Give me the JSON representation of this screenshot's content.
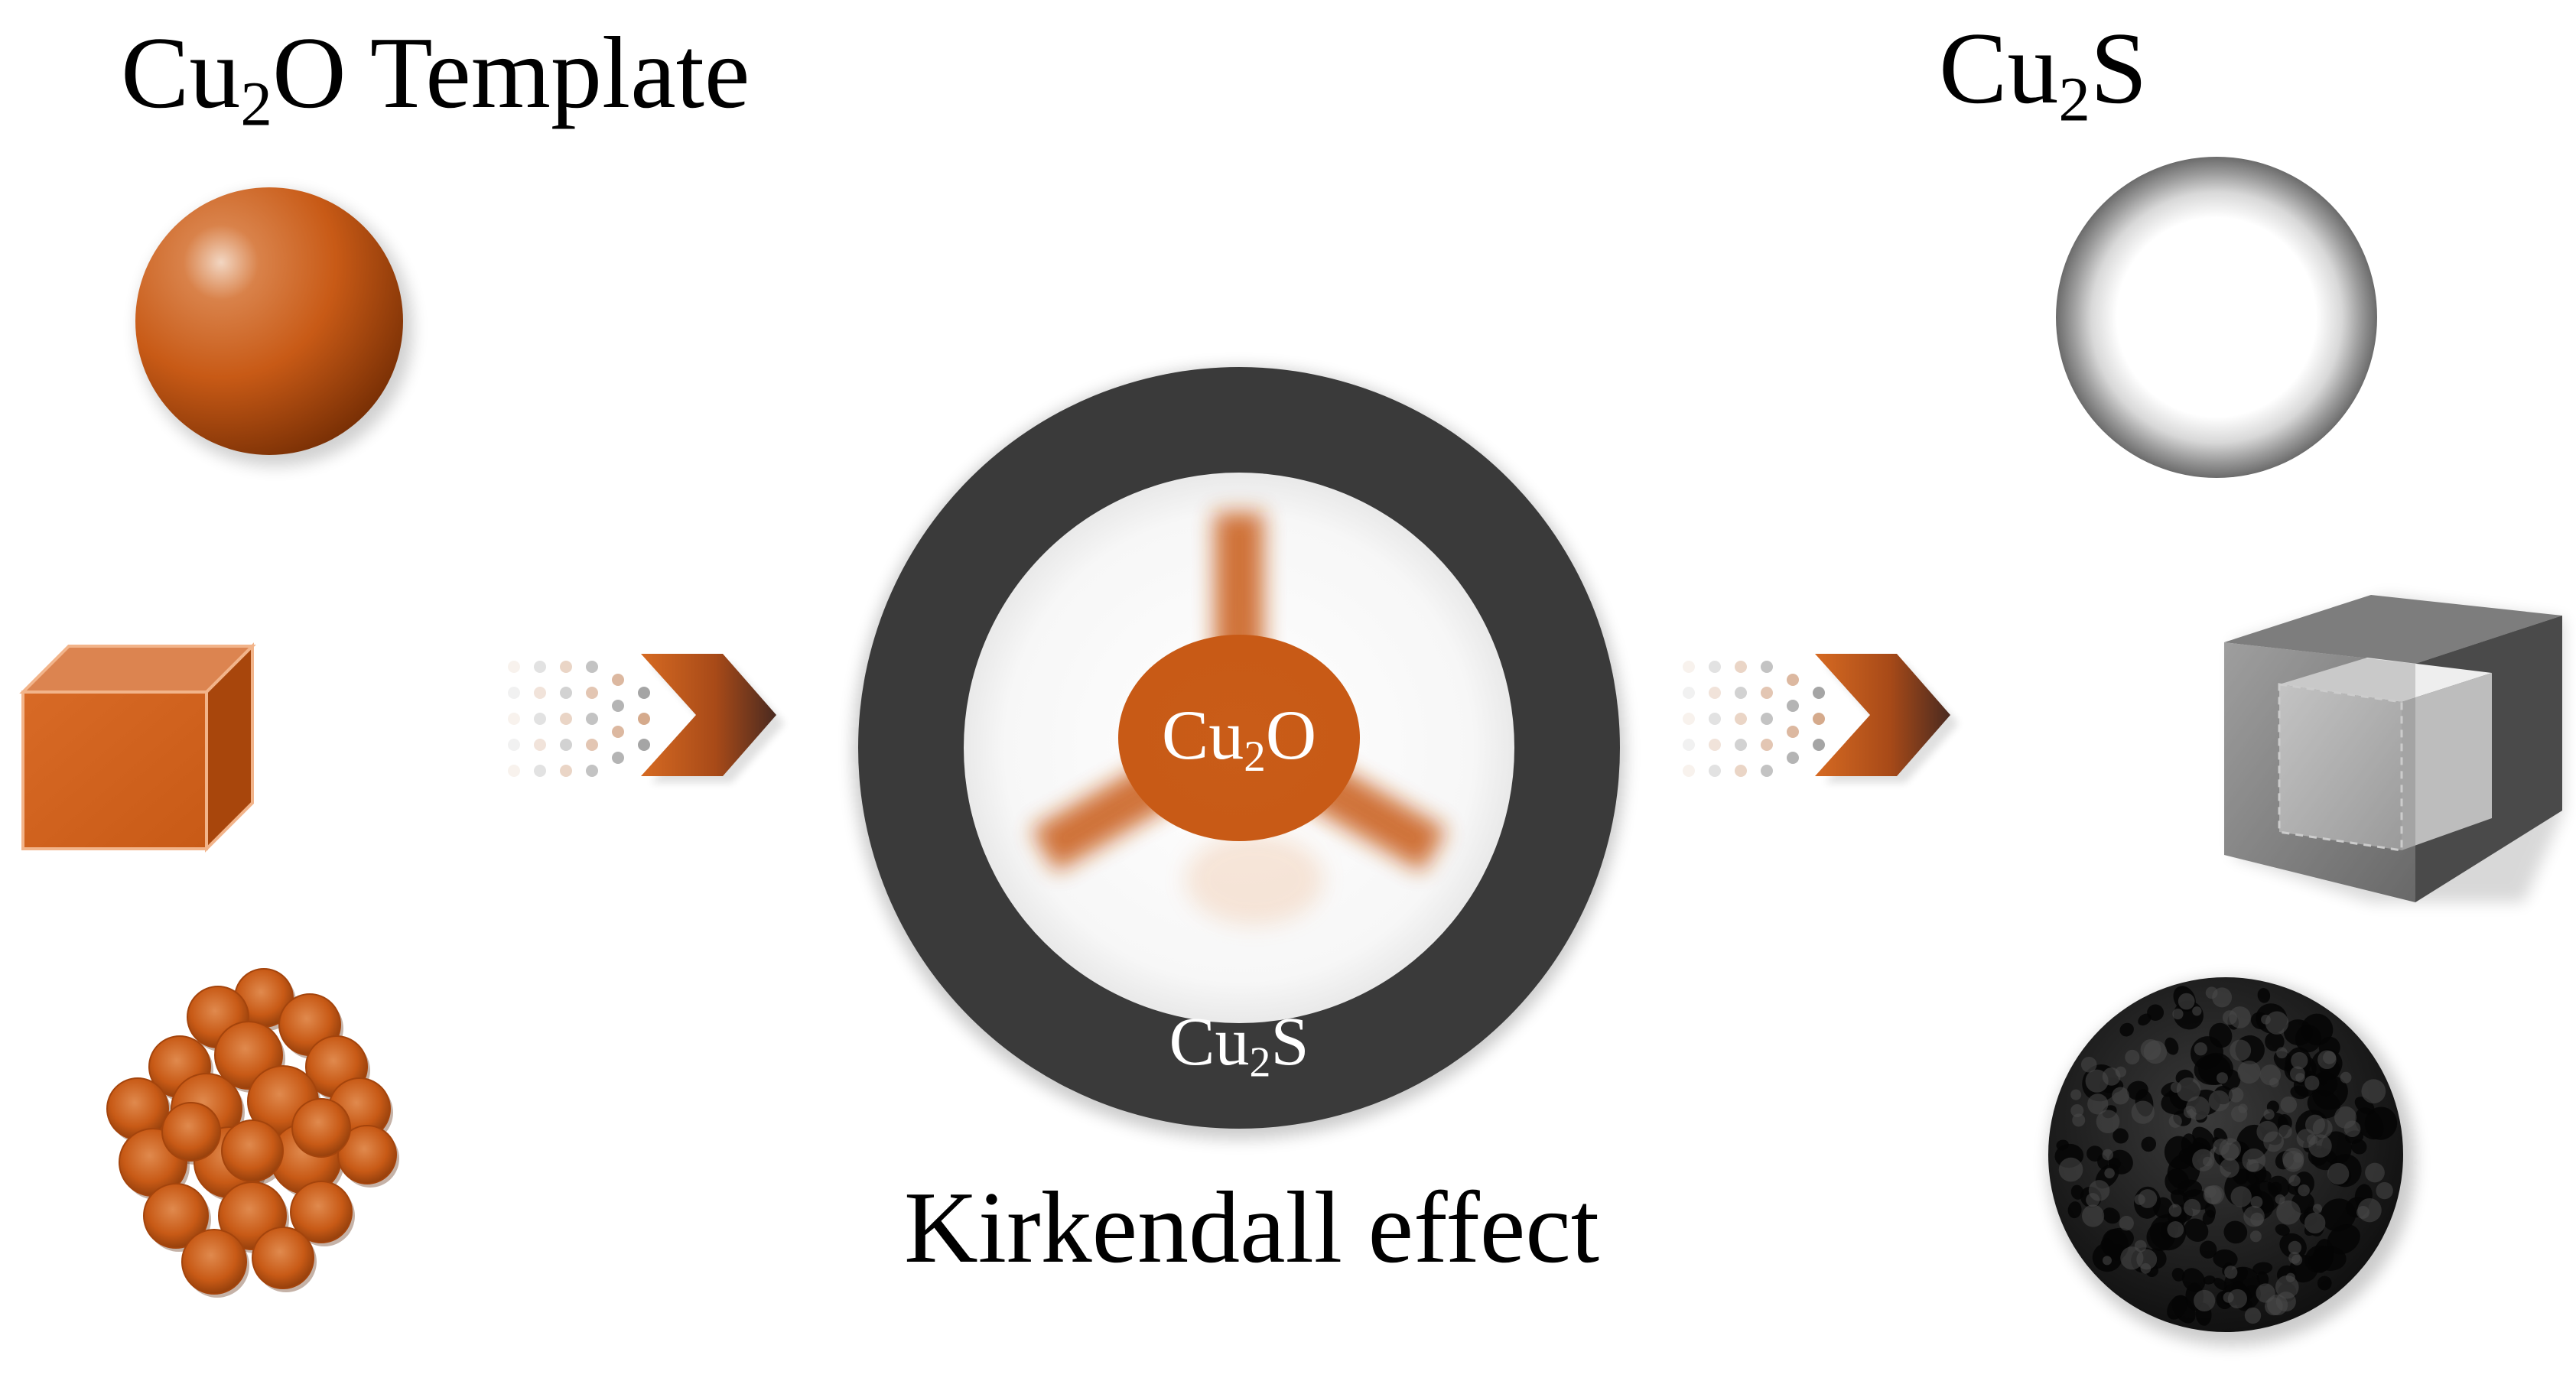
{
  "labels": {
    "template_prefix": "Cu",
    "template_sub": "2",
    "template_suffix": "O Template",
    "product_prefix": "Cu",
    "product_sub": "2",
    "product_suffix": "S",
    "effect": "Kirkendall effect",
    "core_prefix": "Cu",
    "core_sub": "2",
    "core_suffix": "O",
    "shell_prefix": "Cu",
    "shell_sub": "2",
    "shell_suffix": "S"
  },
  "colors": {
    "cu2o_orange": "#c85a16",
    "cu2o_dark": "#7a3005",
    "cu2s_shell": "#3a3a3a",
    "cu2s_gray": "#8c8c8c",
    "cu2s_black": "#1c1c1c",
    "text": "#000000"
  }
}
